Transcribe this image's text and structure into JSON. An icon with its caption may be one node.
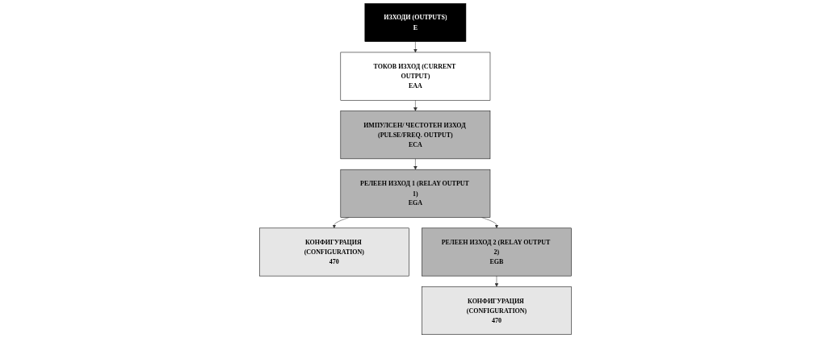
{
  "diagram": {
    "nodes": [
      {
        "text": [
          "ИЗХОДИ (OUTPUTS)",
          "E"
        ]
      },
      {
        "text": [
          "ТОКОВ ИЗХОД (CURRENT OUTPUT)",
          "EAA"
        ]
      },
      {
        "text": [
          "ИМПУЛСЕН/ ЧЕСТОТЕН ИЗХОД (PULSE/FREQ. OUTPUT)",
          "ECA"
        ]
      },
      {
        "text": [
          "РЕЛЕЕН ИЗХОД 1 (RELAY OUTPUT 1)",
          "EGA"
        ]
      },
      {
        "text": [
          "КОНФИГУРАЦИЯ (CONFIGURATION)",
          "470"
        ]
      },
      {
        "text": [
          "РЕЛЕЕН ИЗХОД 2 (RELAY OUTPUT 2)",
          "EGB"
        ]
      },
      {
        "text": [
          "КОНФИГУРАЦИЯ (CONFIGURATION)",
          "470"
        ]
      }
    ],
    "edges": [
      {
        "from": 0,
        "to": 1,
        "arrow": "to"
      },
      {
        "from": 1,
        "to": 2,
        "arrow": "to"
      },
      {
        "from": 2,
        "to": 3,
        "arrow": "to"
      },
      {
        "from": 3,
        "to": 4,
        "arrow": "to"
      },
      {
        "from": 3,
        "to": 5,
        "arrow": "to"
      },
      {
        "from": 5,
        "to": 6,
        "arrow": "to"
      }
    ]
  }
}
